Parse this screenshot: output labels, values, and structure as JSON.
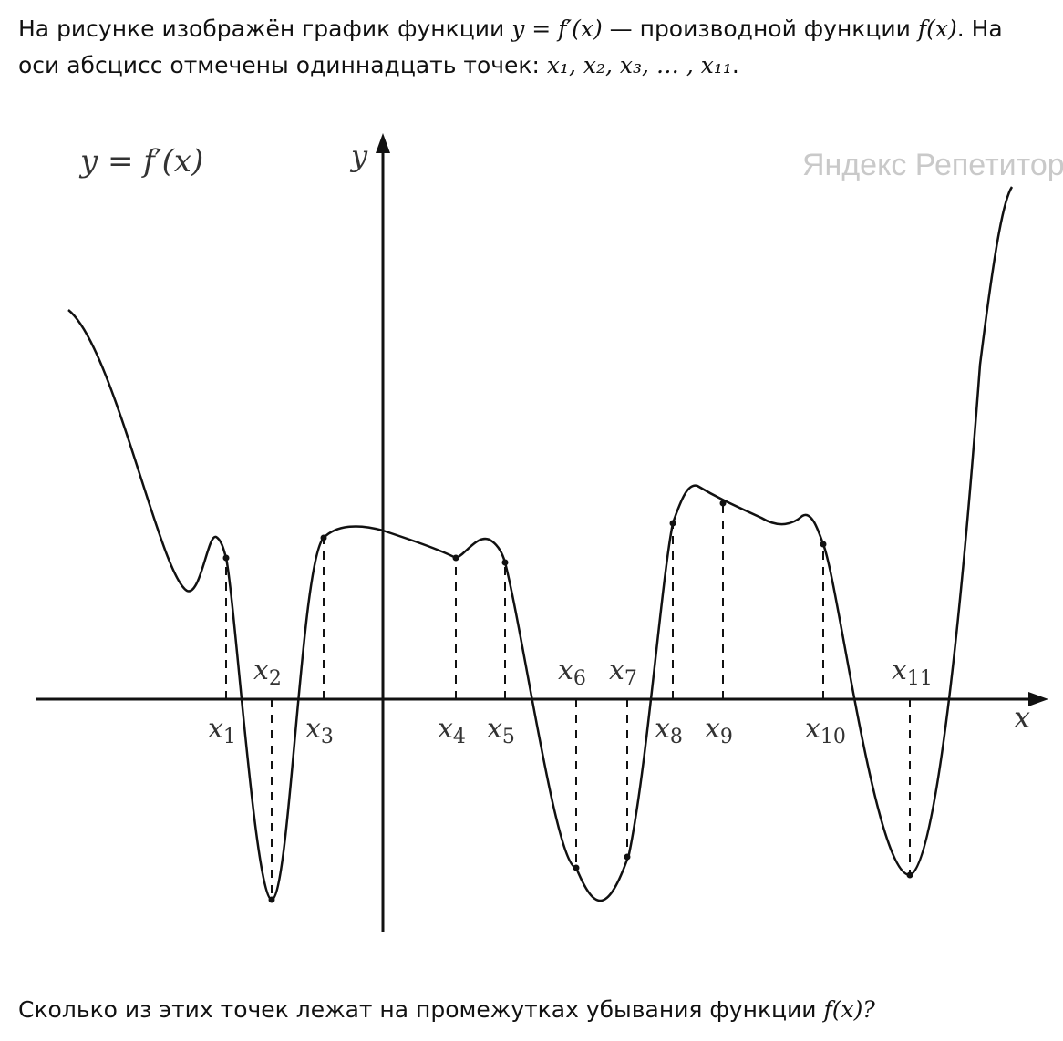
{
  "intro": {
    "text_1": "На рисунке изображён график функции ",
    "y_equals": "y = f′(x)",
    "text_2": " — производной функции ",
    "f_of_x": "f(x)",
    "text_3": ". На оси абсцисс отмечены одиннадцать точек: ",
    "points_list": "x₁, x₂, x₃, … , x₁₁",
    "text_4": "."
  },
  "figure": {
    "graph_label": "y = f′(x)",
    "y_axis_label": "y",
    "x_axis_label": "x",
    "watermark": "Яндекс Репетитор",
    "points": [
      {
        "name": "x",
        "index": "1",
        "side": "below",
        "on_curve": "positive"
      },
      {
        "name": "x",
        "index": "2",
        "side": "above",
        "on_curve": "negative"
      },
      {
        "name": "x",
        "index": "3",
        "side": "below",
        "on_curve": "positive"
      },
      {
        "name": "x",
        "index": "4",
        "side": "below",
        "on_curve": "positive"
      },
      {
        "name": "x",
        "index": "5",
        "side": "below",
        "on_curve": "positive"
      },
      {
        "name": "x",
        "index": "6",
        "side": "above",
        "on_curve": "negative"
      },
      {
        "name": "x",
        "index": "7",
        "side": "above",
        "on_curve": "negative"
      },
      {
        "name": "x",
        "index": "8",
        "side": "below",
        "on_curve": "positive"
      },
      {
        "name": "x",
        "index": "9",
        "side": "below",
        "on_curve": "positive"
      },
      {
        "name": "x",
        "index": "10",
        "side": "below",
        "on_curve": "positive"
      },
      {
        "name": "x",
        "index": "11",
        "side": "above",
        "on_curve": "negative"
      }
    ]
  },
  "question": {
    "text": "Сколько из этих точек лежат на промежутках убывания функции ",
    "f_of_x": "f(x)",
    "mark": "?"
  }
}
